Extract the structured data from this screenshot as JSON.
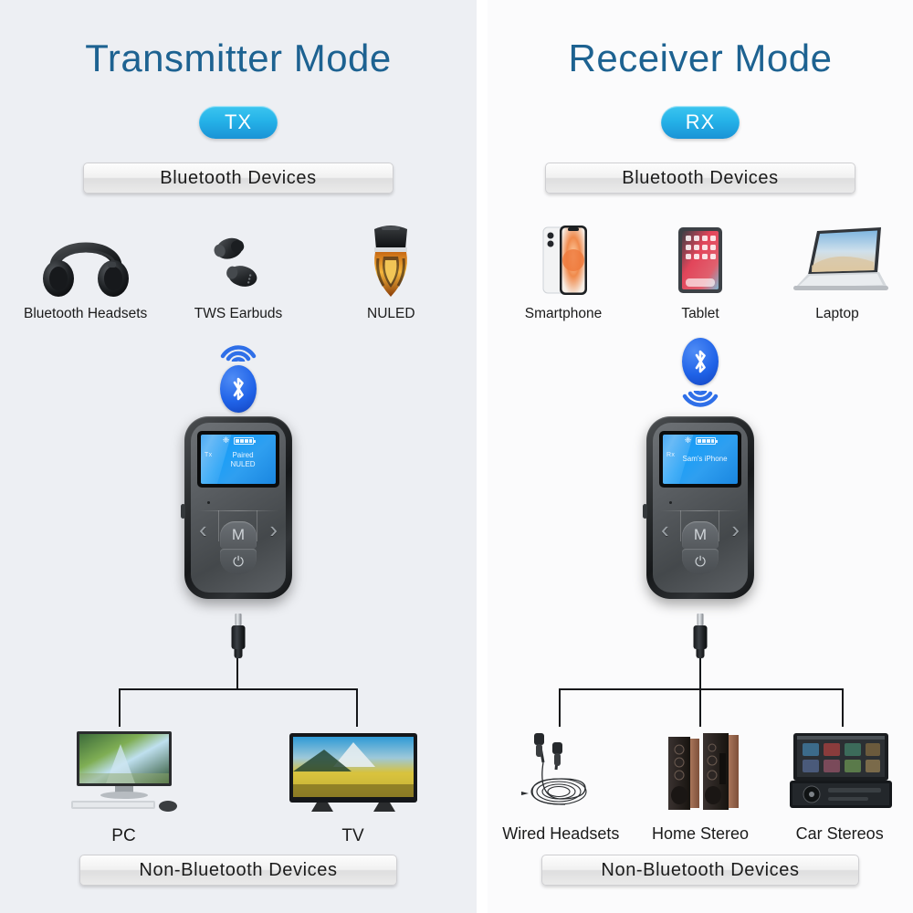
{
  "colors": {
    "title": "#1d6291",
    "pill_top": "#3cc6f0",
    "pill_bottom": "#1a93d6",
    "panel_left_bg": "#edeff3",
    "panel_right_bg": "#fbfbfc",
    "bluetooth_badge": "#2063e8",
    "wire": "#15171a",
    "screen_blue": "#1f9ff6"
  },
  "transmitter": {
    "title": "Transmitter Mode",
    "pill_label": "TX",
    "top_bar_label": "Bluetooth Devices",
    "bottom_bar_label": "Non-Bluetooth Devices",
    "bt_icon": "bluetooth-icon",
    "wave_icon": "wireless-waves-icon",
    "wave_position": "above-badge",
    "source_devices": [
      {
        "name": "Bluetooth Headsets",
        "icon": "headphones-icon"
      },
      {
        "name": "TWS Earbuds",
        "icon": "earbuds-icon"
      },
      {
        "name": "NULED",
        "icon": "flame-speaker-icon"
      }
    ],
    "output_devices": [
      {
        "name": "PC",
        "icon": "desktop-computer-icon"
      },
      {
        "name": "TV",
        "icon": "television-icon"
      }
    ],
    "device": {
      "screen": {
        "mode": "Tx",
        "line1": "Paired",
        "line2": "NULED",
        "bt_glyph": "bluetooth-icon",
        "battery_icon": "battery-full-icon"
      },
      "buttons": {
        "prev": "‹",
        "mode": "M",
        "next": "›",
        "power": "⏻"
      }
    }
  },
  "receiver": {
    "title": "Receiver Mode",
    "pill_label": "RX",
    "top_bar_label": "Bluetooth Devices",
    "bottom_bar_label": "Non-Bluetooth Devices",
    "bt_icon": "bluetooth-icon",
    "wave_icon": "wireless-waves-icon",
    "wave_position": "below-badge",
    "source_devices": [
      {
        "name": "Smartphone",
        "icon": "smartphone-icon"
      },
      {
        "name": "Tablet",
        "icon": "tablet-icon"
      },
      {
        "name": "Laptop",
        "icon": "laptop-icon"
      }
    ],
    "output_devices": [
      {
        "name": "Wired Headsets",
        "icon": "wired-earphones-icon"
      },
      {
        "name": "Home Stereo",
        "icon": "tower-speakers-icon"
      },
      {
        "name": "Car Stereos",
        "icon": "car-stereo-icon"
      }
    ],
    "device": {
      "screen": {
        "mode": "Rx",
        "line1": "Sam's iPhone",
        "line2": "",
        "bt_glyph": "bluetooth-icon",
        "battery_icon": "battery-full-icon"
      },
      "buttons": {
        "prev": "‹",
        "mode": "M",
        "next": "›",
        "power": "⏻"
      }
    }
  }
}
